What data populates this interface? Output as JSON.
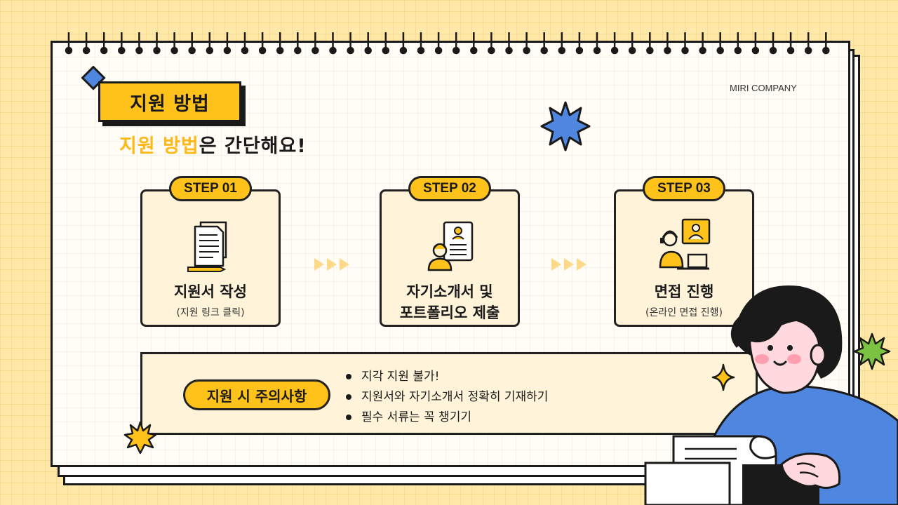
{
  "brand": "MIRI COMPANY",
  "page_title": "지원 방법",
  "subtitle": {
    "highlight": "지원 방법",
    "rest": "은 간단해요!"
  },
  "steps": [
    {
      "badge": "STEP 01",
      "title_line1": "지원서 작성",
      "title_line2": "",
      "sub": "(지원 링크 클릭)",
      "icon": "document-icon"
    },
    {
      "badge": "STEP 02",
      "title_line1": "자기소개서 및",
      "title_line2": "포트폴리오 제출",
      "sub": "",
      "icon": "resume-person-icon"
    },
    {
      "badge": "STEP 03",
      "title_line1": "면접 진행",
      "title_line2": "",
      "sub": "(온라인 면접 진행)",
      "icon": "online-interview-icon"
    }
  ],
  "notice": {
    "badge": "지원 시 주의사항",
    "items": [
      "지각 지원 불가!",
      "지원서와 자기소개서 정확히 기재하기",
      "필수 서류는 꼭 챙기기"
    ]
  },
  "colors": {
    "accent": "#ffc21a",
    "card_bg": "#fff4da",
    "background": "#ffe8a8",
    "ink": "#1a1a1a",
    "blue": "#4f86e0",
    "green": "#7cc242"
  }
}
